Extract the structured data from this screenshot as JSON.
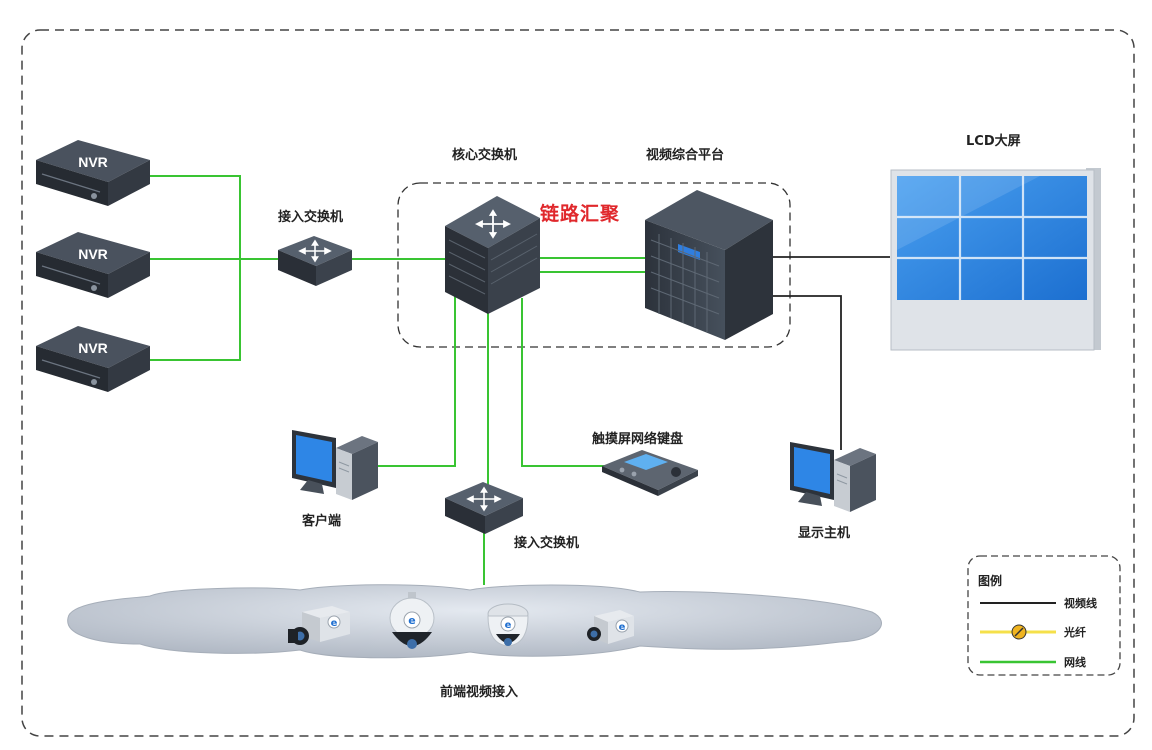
{
  "labels": {
    "core_switch": "核心交换机",
    "video_platform": "视频综合平台",
    "lcd": "LCD大屏",
    "access_switch_top": "接入交换机",
    "link_aggregation": "链路汇聚",
    "keyboard": "触摸屏网络键盘",
    "client": "客户端",
    "access_switch_bottom": "接入交换机",
    "display_host": "显示主机",
    "frontend": "前端视频接入"
  },
  "nvr": [
    "NVR",
    "NVR",
    "NVR"
  ],
  "legend": {
    "title": "图例",
    "items": [
      {
        "label": "视频线",
        "color": "#222222",
        "kind": "line"
      },
      {
        "label": "光纤",
        "color": "#f5e04a",
        "kind": "fiber"
      },
      {
        "label": "网线",
        "color": "#39c432",
        "kind": "line"
      }
    ]
  },
  "colors": {
    "network": "#39c432",
    "video": "#222222",
    "fiber": "#f5e04a",
    "highlight": "#e0282c"
  }
}
